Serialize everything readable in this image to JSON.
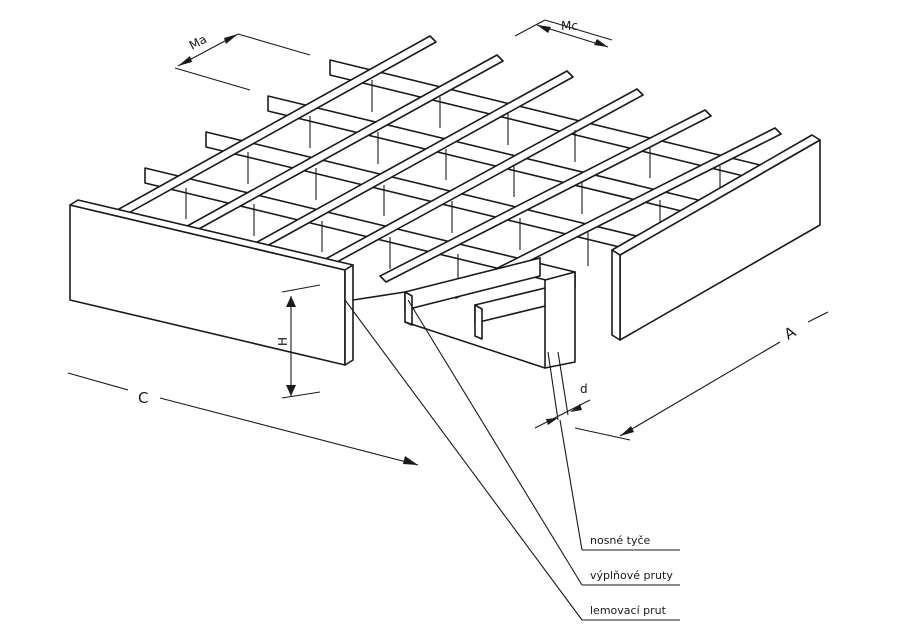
{
  "dimensions": {
    "ma": "Ma",
    "mc": "Mc",
    "h": "H",
    "c": "C",
    "a": "A",
    "d": "d"
  },
  "legend": {
    "bearing_bars": "nosné tyče",
    "filler_bars": "výplňové pruty",
    "edge_bar": "lemovací prut"
  }
}
